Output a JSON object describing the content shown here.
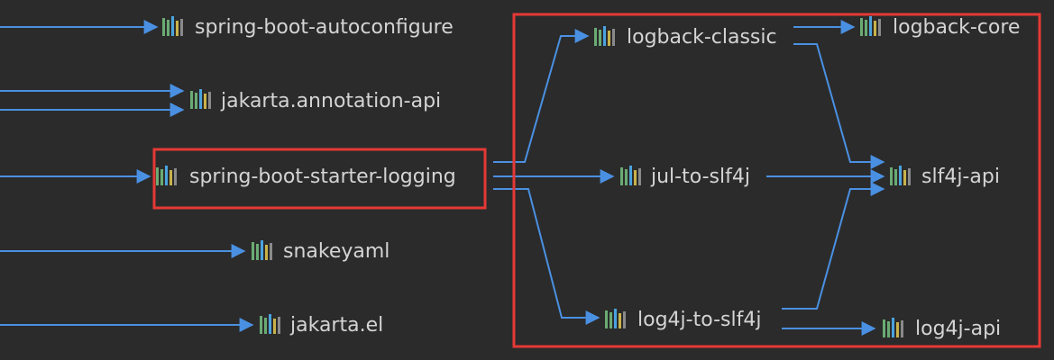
{
  "diagram": {
    "nodes": [
      {
        "id": "spring-boot-autoconfigure",
        "label": "spring-boot-autoconfigure"
      },
      {
        "id": "jakarta-annotation-api",
        "label": "jakarta.annotation-api"
      },
      {
        "id": "spring-boot-starter-logging",
        "label": "spring-boot-starter-logging"
      },
      {
        "id": "snakeyaml",
        "label": "snakeyaml"
      },
      {
        "id": "jakarta-el",
        "label": "jakarta.el"
      },
      {
        "id": "logback-classic",
        "label": "logback-classic"
      },
      {
        "id": "logback-core",
        "label": "logback-core"
      },
      {
        "id": "jul-to-slf4j",
        "label": "jul-to-slf4j"
      },
      {
        "id": "slf4j-api",
        "label": "slf4j-api"
      },
      {
        "id": "log4j-to-slf4j",
        "label": "log4j-to-slf4j"
      },
      {
        "id": "log4j-api",
        "label": "log4j-api"
      }
    ],
    "edges": [
      {
        "from": "",
        "to": "spring-boot-autoconfigure"
      },
      {
        "from": "",
        "to": "jakarta-annotation-api"
      },
      {
        "from": "",
        "to": "jakarta-annotation-api"
      },
      {
        "from": "",
        "to": "spring-boot-starter-logging"
      },
      {
        "from": "",
        "to": "snakeyaml"
      },
      {
        "from": "",
        "to": "jakarta-el"
      },
      {
        "from": "spring-boot-starter-logging",
        "to": "logback-classic"
      },
      {
        "from": "spring-boot-starter-logging",
        "to": "jul-to-slf4j"
      },
      {
        "from": "spring-boot-starter-logging",
        "to": "log4j-to-slf4j"
      },
      {
        "from": "logback-classic",
        "to": "logback-core"
      },
      {
        "from": "logback-classic",
        "to": "slf4j-api"
      },
      {
        "from": "jul-to-slf4j",
        "to": "slf4j-api"
      },
      {
        "from": "log4j-to-slf4j",
        "to": "slf4j-api"
      },
      {
        "from": "log4j-to-slf4j",
        "to": "log4j-api"
      }
    ],
    "highlighted_node": "spring-boot-starter-logging",
    "highlighted_group": [
      "logback-classic",
      "logback-core",
      "jul-to-slf4j",
      "slf4j-api",
      "log4j-to-slf4j",
      "log4j-api"
    ],
    "colors": {
      "background": "#2b2b2b",
      "edge": "#4a90e2",
      "label": "#d4d4d4",
      "highlight_box": "#e53935",
      "library_icon_bars": [
        "#6aab73",
        "#4aa3df",
        "#c9b24a",
        "#8a8a8a"
      ]
    },
    "icon": "library-bars-icon"
  }
}
